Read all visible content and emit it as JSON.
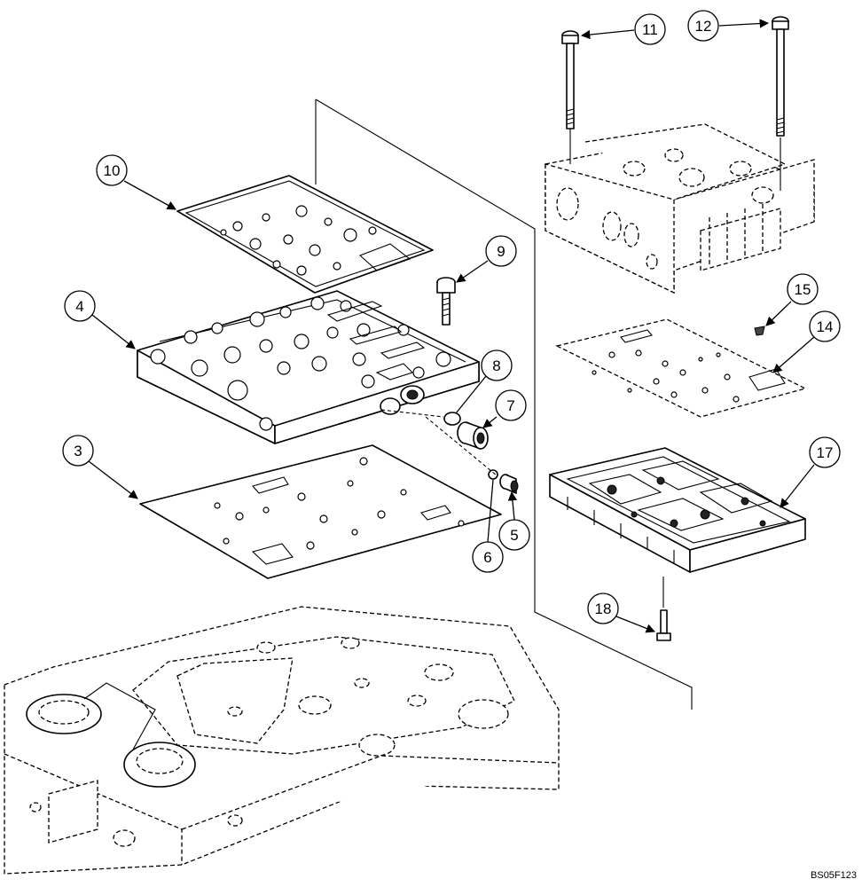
{
  "callouts": [
    {
      "id": "c3",
      "label": "3"
    },
    {
      "id": "c4",
      "label": "4"
    },
    {
      "id": "c5",
      "label": "5"
    },
    {
      "id": "c6",
      "label": "6"
    },
    {
      "id": "c7",
      "label": "7"
    },
    {
      "id": "c8",
      "label": "8"
    },
    {
      "id": "c9",
      "label": "9"
    },
    {
      "id": "c10",
      "label": "10"
    },
    {
      "id": "c11",
      "label": "11"
    },
    {
      "id": "c12",
      "label": "12"
    },
    {
      "id": "c14",
      "label": "14"
    },
    {
      "id": "c15",
      "label": "15"
    },
    {
      "id": "c17",
      "label": "17"
    },
    {
      "id": "c18",
      "label": "18"
    }
  ],
  "drawing_ref": "BS05F123"
}
